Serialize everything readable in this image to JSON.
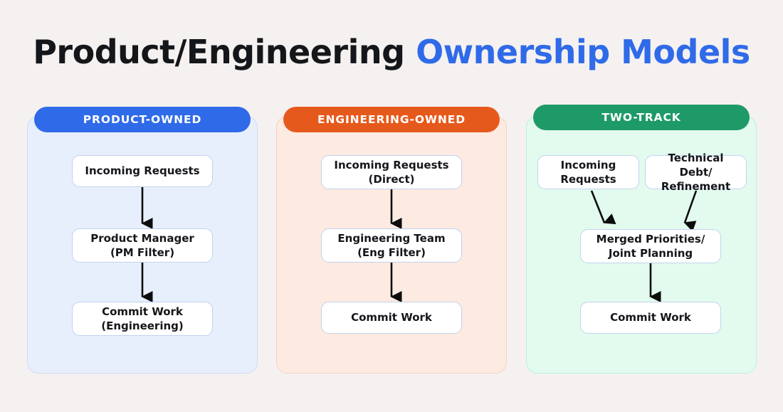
{
  "title": {
    "dark_part": "Product/Engineering",
    "accent_part": "Ownership Models",
    "accent_color": "#2f6ae8",
    "dark_color": "#14161a"
  },
  "background_color": "#f5f1f0",
  "columns": [
    {
      "id": "product-owned",
      "header": "PRODUCT-OWNED",
      "header_color": "#2f6ae8",
      "panel_color": "#e8effc",
      "nodes": [
        {
          "line1": "Incoming Requests",
          "line2": ""
        },
        {
          "line1": "Product Manager",
          "line2": "(PM Filter)"
        },
        {
          "line1": "Commit Work",
          "line2": "(Engineering)"
        }
      ]
    },
    {
      "id": "engineering-owned",
      "header": "ENGINEERING-OWNED",
      "header_color": "#e6591c",
      "panel_color": "#fdeae1",
      "nodes": [
        {
          "line1": "Incoming Requests",
          "line2": "(Direct)"
        },
        {
          "line1": "Engineering Team",
          "line2": "(Eng Filter)"
        },
        {
          "line1": "Commit Work",
          "line2": ""
        }
      ]
    },
    {
      "id": "two-track",
      "header": "TWO-TRACK",
      "header_color": "#1e9a68",
      "panel_color": "#e2fbee",
      "nodes": [
        {
          "line1": "Incoming",
          "line2": "Requests"
        },
        {
          "line1": "Technical Debt/",
          "line2": "Refinement"
        },
        {
          "line1": "Merged Priorities/",
          "line2": "Joint Planning"
        },
        {
          "line1": "Commit Work",
          "line2": ""
        }
      ]
    }
  ],
  "arrow_color": "#0d0d0d"
}
